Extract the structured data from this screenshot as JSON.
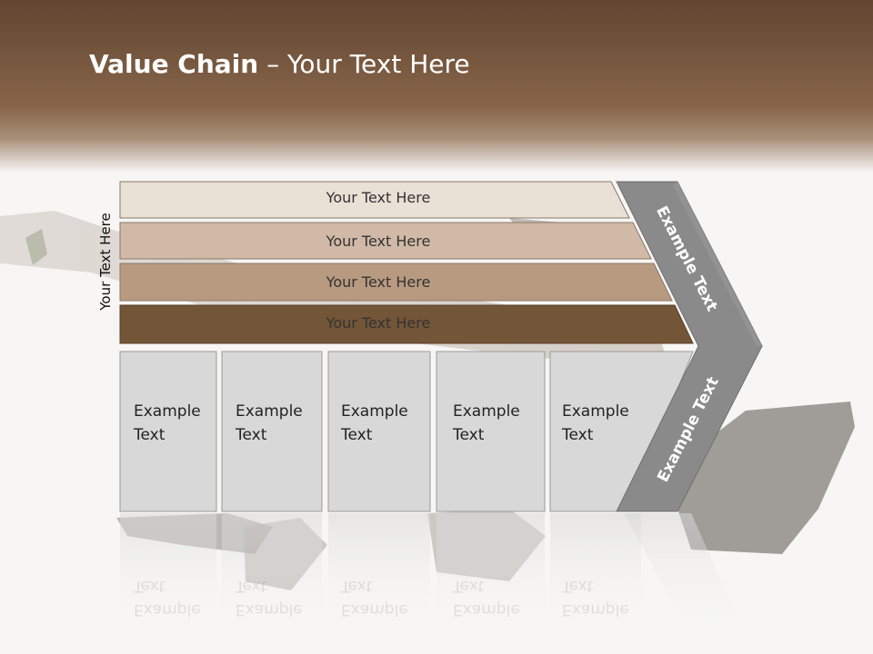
{
  "title": {
    "bold": "Value Chain",
    "rest": " – Your Text Here"
  },
  "side_label": "Your Text Here",
  "rows": [
    {
      "label": "Your Text Here"
    },
    {
      "label": "Your Text Here"
    },
    {
      "label": "Your Text Here"
    },
    {
      "label": "Your Text Here"
    }
  ],
  "chevron": {
    "upper": "Example Text",
    "lower": "Example Text"
  },
  "columns": [
    {
      "line1": "Example",
      "line2": "Text"
    },
    {
      "line1": "Example",
      "line2": "Text"
    },
    {
      "line1": "Example",
      "line2": "Text"
    },
    {
      "line1": "Example",
      "line2": "Text"
    },
    {
      "line1": "Example",
      "line2": "Text"
    }
  ],
  "colors": {
    "header": "#7d5c42",
    "row1": "#e9e0d6",
    "row2": "#d0b9a6",
    "row3": "#b89a80",
    "row4": "#735537",
    "column": "#d8d8d8",
    "chevron": "#8a8a8a"
  }
}
